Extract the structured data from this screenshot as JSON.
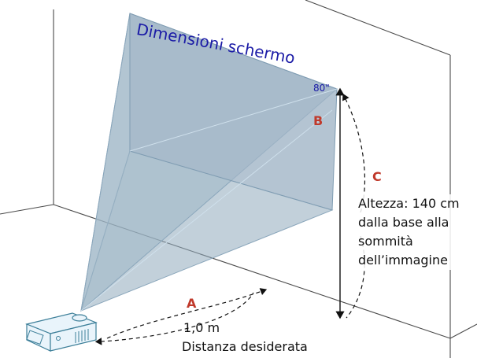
{
  "screen": {
    "title": "Dimensioni schermo",
    "diagonal": "80\"",
    "label_b": "B"
  },
  "distance": {
    "label_a": "A",
    "value": "1,0 m",
    "caption": "Distanza desiderata"
  },
  "height": {
    "label_c": "C",
    "lines": [
      "Altezza: 140 cm",
      "dalla base alla",
      "sommità",
      "dell’immagine"
    ]
  },
  "colors": {
    "letters": "#c0392b",
    "screen_title": "#1a1aa6",
    "screen_fill": "#9fb4c5",
    "projector_outline": "#3d7f99"
  },
  "icons": [
    "projector-icon"
  ]
}
